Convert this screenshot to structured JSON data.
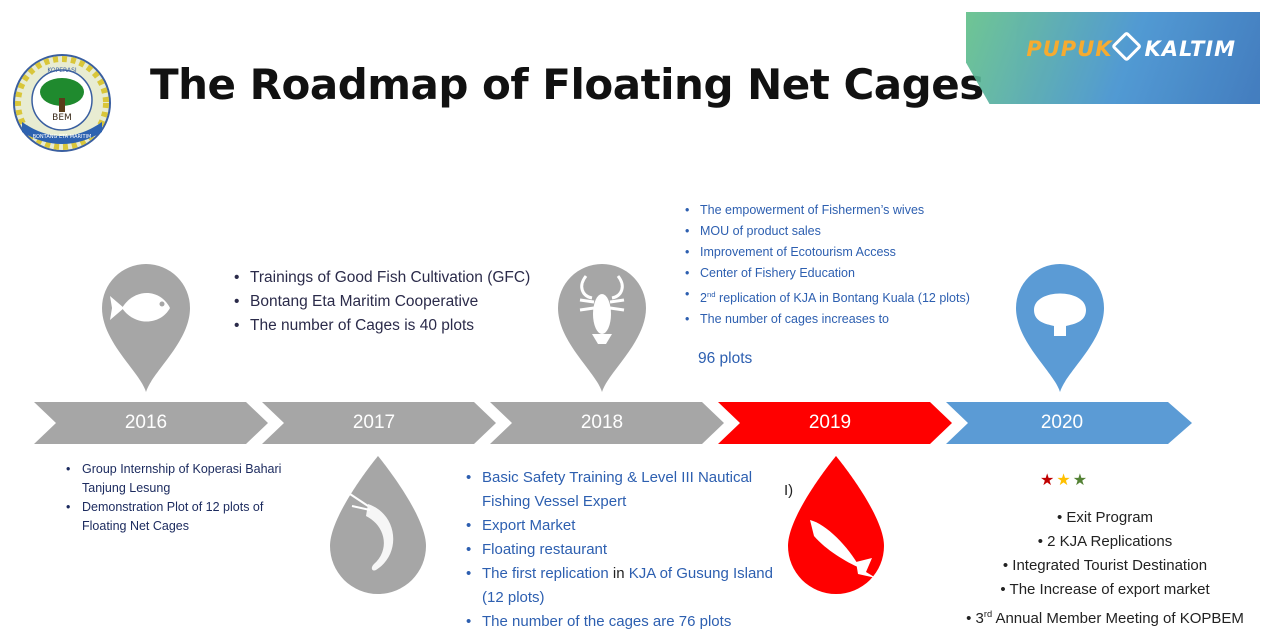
{
  "title": "The Roadmap of Floating Net Cages",
  "logo": {
    "coop_text_top": "KOPERASI",
    "coop_text_mid": "BEM",
    "coop_text_bottom": "BONTANG ETA MARITIM",
    "brand_left": "PUPUK",
    "brand_right": "KALTIM"
  },
  "timeline": {
    "years": [
      "2016",
      "2017",
      "2018",
      "2019",
      "2020"
    ],
    "colors": [
      "#a6a6a6",
      "#a6a6a6",
      "#a6a6a6",
      "#ff0000",
      "#5b9bd5"
    ]
  },
  "icons": {
    "y2016": "fish-icon",
    "y2017": "shrimp-icon",
    "y2018": "lobster-icon",
    "y2019": "tuna-icon",
    "y2020": "shell-icon"
  },
  "y2016": {
    "items": [
      "Group Internship of Koperasi Bahari Tanjung Lesung",
      "Demonstration Plot of 12 plots of Floating Net Cages"
    ]
  },
  "y2017": {
    "items": [
      "Trainings of Good Fish Cultivation (GFC)",
      "Bontang Eta Maritim Cooperative",
      "The number of Cages is 40 plots"
    ]
  },
  "y2018_top": {
    "items": [
      "The empowerment of Fishermen’s wives",
      "MOU of product sales",
      "Improvement of Ecotourism Access",
      "Center of Fishery Education"
    ],
    "replication_sup": "nd",
    "replication_num": "2",
    "replication_text": " replication of KJA in Bontang Kuala (12 plots)",
    "cages_text": "The number of cages increases to",
    "cages_value": "96 plots"
  },
  "y2018_bottom": {
    "items": [
      "Basic Safety Training & Level III Nautical Fishing Vessel Expert",
      "Export Market",
      "Floating restaurant"
    ],
    "first_rep_a": "The first replication",
    "first_rep_b": " in ",
    "first_rep_c": "KJA of Gusung Island (12 plots)",
    "last_item": "The number of the cages are 76 plots"
  },
  "y2019": {
    "fragment": "I)"
  },
  "y2020": {
    "stars": [
      "★",
      "★",
      "★"
    ],
    "star_colors": [
      "#c00000",
      "#ffc000",
      "#548235"
    ],
    "items": [
      "Exit Program",
      "2 KJA Replications",
      "Integrated Tourist Destination",
      "The Increase of export market"
    ],
    "meeting_num": "3",
    "meeting_sup": "rd",
    "meeting_text": " Annual Member Meeting of KOPBEM"
  }
}
